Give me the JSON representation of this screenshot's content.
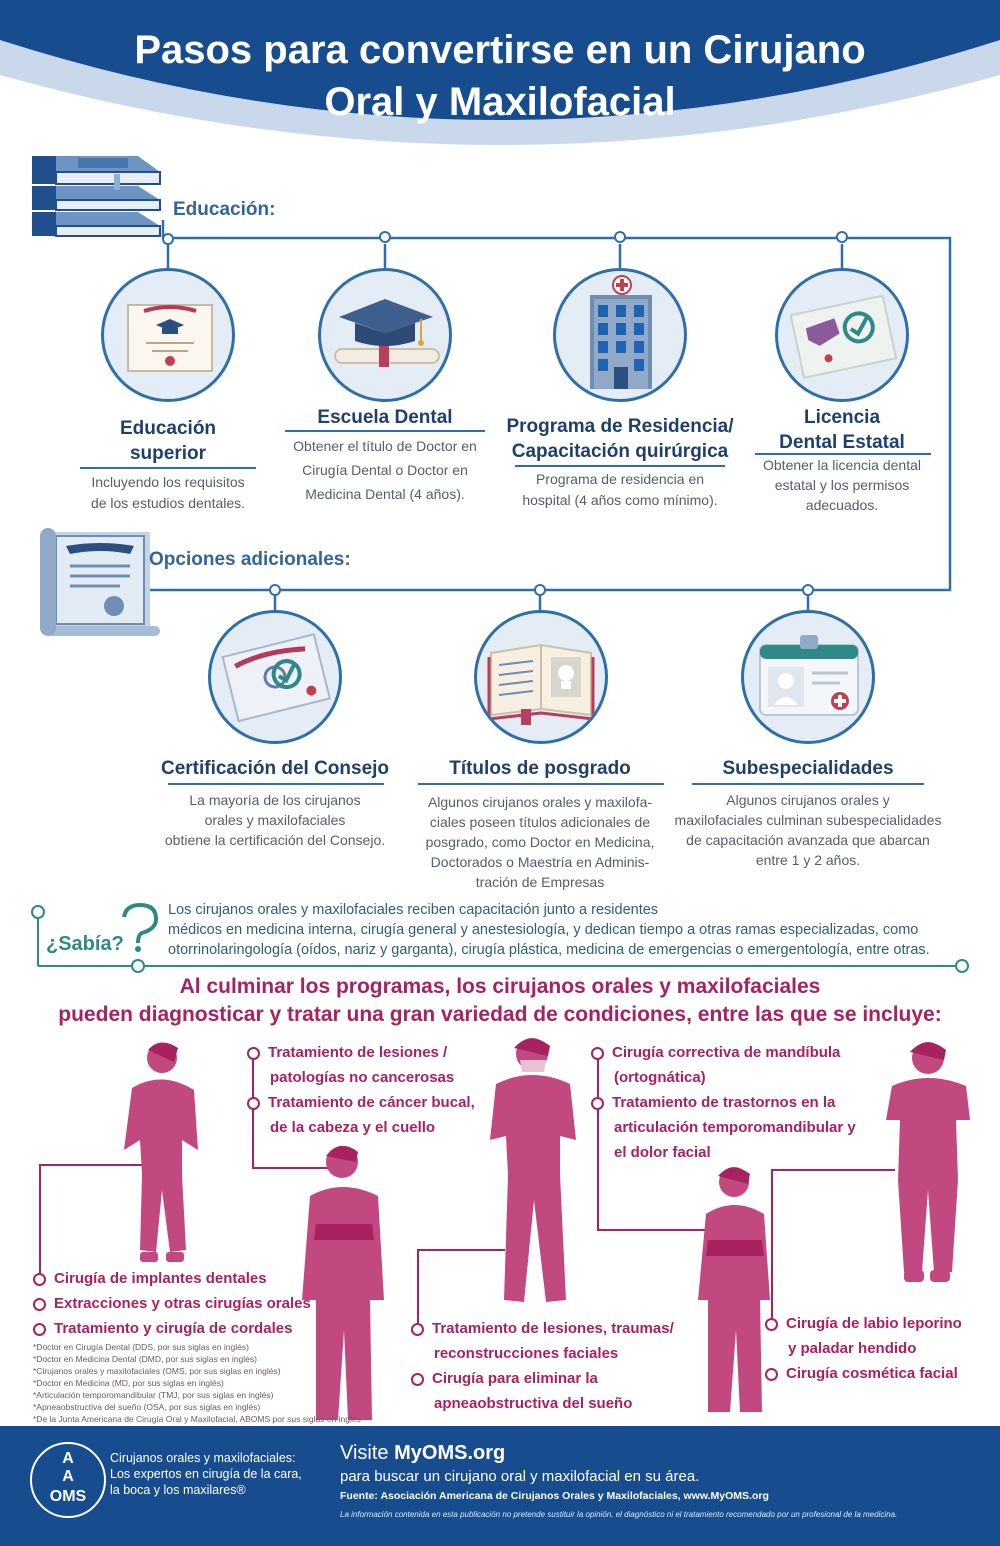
{
  "header": {
    "title_line1": "Pasos para convertirse en un Cirujano",
    "title_line2": "Oral y Maxilofacial"
  },
  "education": {
    "label": "Educación:",
    "steps": [
      {
        "title_l1": "Educación",
        "title_l2": "superior",
        "desc_l1": "Incluyendo los requisitos",
        "desc_l2": "de los estudios dentales."
      },
      {
        "title_l1": "Escuela Dental",
        "desc_l1": "Obtener el título de Doctor en",
        "desc_l2": "Cirugía Dental o Doctor en",
        "desc_l3": "Medicina Dental (4 años)."
      },
      {
        "title_l1": "Programa de Residencia/",
        "title_l2": "Capacitación quirúrgica",
        "desc_l1": "Programa de residencia en",
        "desc_l2": "hospital (4 años como mínimo)."
      },
      {
        "title_l1": "Licencia",
        "title_l2": "Dental Estatal",
        "desc_l1": "Obtener la licencia dental",
        "desc_l2": "estatal y los permisos",
        "desc_l3": "adecuados."
      }
    ]
  },
  "options": {
    "label": "Opciones adicionales:",
    "steps": [
      {
        "title": "Certificación del Consejo",
        "desc_l1": "La mayoría de los cirujanos",
        "desc_l2": "orales y maxilofaciales",
        "desc_l3": "obtiene la certificación del Consejo."
      },
      {
        "title": "Títulos de posgrado",
        "desc_l1": "Algunos cirujanos orales y maxilofa-",
        "desc_l2": "ciales poseen títulos adicionales de",
        "desc_l3": "posgrado, como Doctor en Medicina,",
        "desc_l4": "Doctorados o Maestría en Adminis-",
        "desc_l5": "tración de Empresas"
      },
      {
        "title": "Subespecialidades",
        "desc_l1": "Algunos cirujanos orales y",
        "desc_l2": "maxilofaciales culminan subespecialidades",
        "desc_l3": "de capacitación avanzada que abarcan",
        "desc_l4": "entre 1 y 2 años."
      }
    ]
  },
  "sabia": {
    "label": "¿Sabía?",
    "line1": "Los cirujanos orales y maxilofaciales reciben capacitación junto a residentes",
    "line2": "médicos en medicina interna, cirugía general y anestesiología, y dedican tiempo a otras ramas especializadas, como",
    "line3": "otorrinolaringología (oídos, nariz y garganta), cirugía plástica, medicina de emergencias o emergentología, entre otras."
  },
  "conditions": {
    "heading_l1": "Al culminar los programas, los cirujanos orales y maxilofaciales",
    "heading_l2": "pueden diagnosticar y tratar una gran variedad de condiciones, entre las que se incluye:",
    "g1": [
      "Cirugía de implantes dentales",
      "Extracciones y otras cirugías orales",
      "Tratamiento y cirugía de cordales"
    ],
    "g2": {
      "a1": "Tratamiento de lesiones /",
      "a2": "patologías no cancerosas",
      "b1": "Tratamiento de cáncer bucal,",
      "b2": "de la cabeza y el cuello"
    },
    "g3": {
      "a1": "Tratamiento de lesiones, traumas/",
      "a2": "reconstrucciones faciales",
      "b1": "Cirugía para eliminar la",
      "b2": "apneaobstructiva del sueño"
    },
    "g4": {
      "a1": "Cirugía correctiva de mandíbula",
      "a2": "(ortognática)",
      "b1": "Tratamiento de trastornos en la",
      "b2": "articulación temporomandibular y",
      "b3": "el dolor facial"
    },
    "g5": {
      "a1": "Cirugía de labio leporino",
      "a2": "y paladar hendido",
      "b1": "Cirugía cosmética facial"
    }
  },
  "footnotes": [
    "*Doctor en Cirugía Dental (DDS, por sus siglas en inglés)",
    "*Doctor en Medicina Dental (DMD, por sus siglas en inglés)",
    "*Cirujanos orales y maxilofaciales (OMS, por sus siglas en inglés)",
    "*Doctor en Medicina (MD, por sus siglas en inglés)",
    "*Articulación temporomandibular (TMJ, por sus siglas en inglés)",
    "*Apneaobstructiva del sueño (OSA, por sus siglas en inglés)",
    "*De la Junta Americana de Cirugía Oral y Maxilofacial, ABOMS por sus siglas en inglés"
  ],
  "footer": {
    "logo_top": "A",
    "logo_mid": "A",
    "logo_bottom": "OMS",
    "tag_l1": "Cirujanos orales y maxilofaciales:",
    "tag_l2": "Los expertos en cirugía de la cara,",
    "tag_l3": "la boca y los maxilares®",
    "visit_prefix": "Visite ",
    "visit_site": "MyOMS.org",
    "visit_l2": "para buscar un cirujano oral y maxilofacial en su área.",
    "source": "Fuente: Asociación Americana de Cirujanos Orales y Maxilofaciales, www.MyOMS.org",
    "disclaimer": "La información contenida en esta publicación no pretende sustituir la opinión, el diagnóstico ni el tratamiento recomendado por un profesional de la medicina."
  },
  "colors": {
    "navy": "#174c8f",
    "blue": "#2f6fa8",
    "teal": "#2e8a86",
    "magenta": "#a8225f",
    "silhouette": "#c1497f"
  }
}
